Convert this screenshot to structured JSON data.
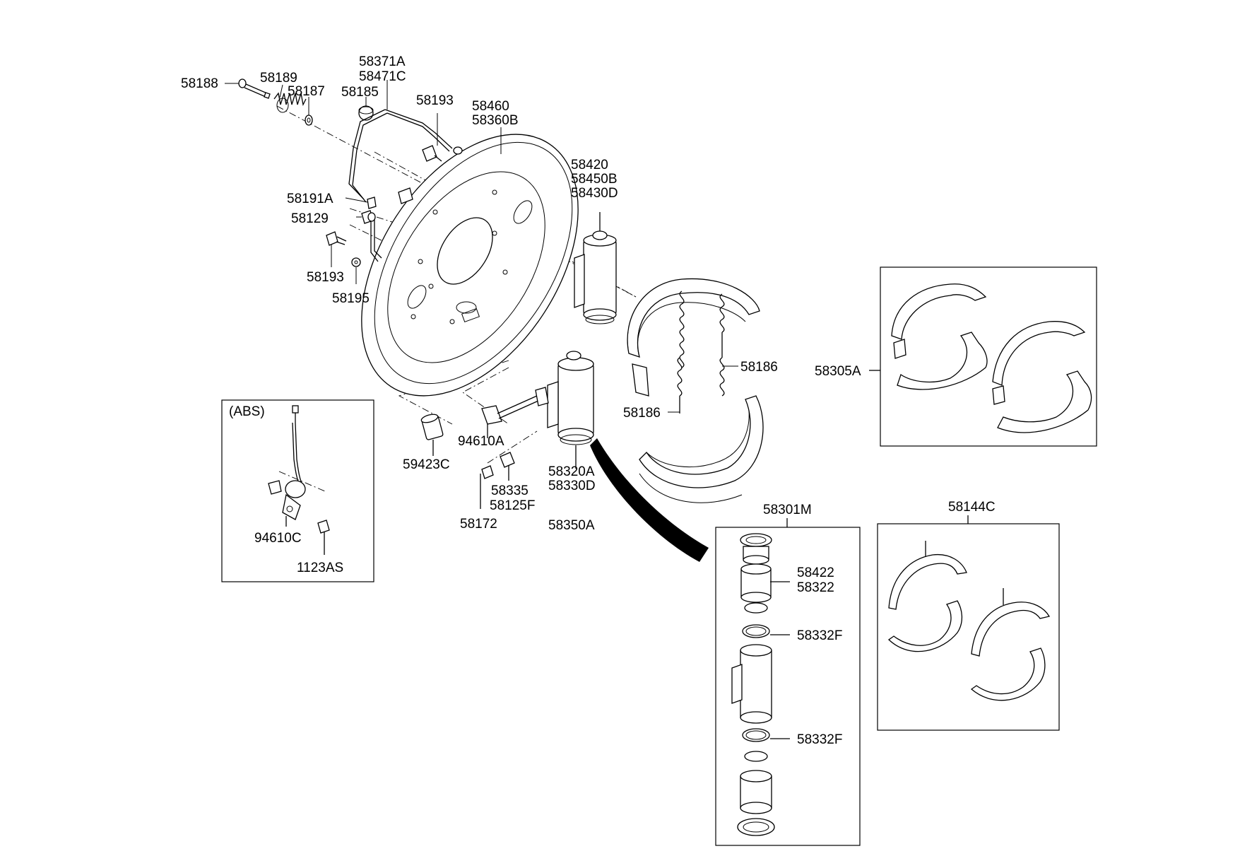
{
  "labels": {
    "p58188": "58188",
    "p58189": "58189",
    "p58187": "58187",
    "p58371A": "58371A",
    "p58471C": "58471C",
    "p58185": "58185",
    "p58193_top": "58193",
    "p58460": "58460",
    "p58360B": "58360B",
    "p58420": "58420",
    "p58450B": "58450B",
    "p58430D": "58430D",
    "p58191A": "58191A",
    "p58129": "58129",
    "p58193_low": "58193",
    "p58195": "58195",
    "p58186_right": "58186",
    "p58186_left": "58186",
    "p58305A": "58305A",
    "abs_title": "(ABS)",
    "p94610C": "94610C",
    "p1123AS": "1123AS",
    "p59423C": "59423C",
    "p94610A": "94610A",
    "p58335": "58335",
    "p58125F": "58125F",
    "p58172": "58172",
    "p58320A": "58320A",
    "p58330D": "58330D",
    "p58350A": "58350A",
    "p58301M": "58301M",
    "p58422": "58422",
    "p58322": "58322",
    "p58332F_top": "58332F",
    "p58332F_low": "58332F",
    "p58144C": "58144C"
  }
}
